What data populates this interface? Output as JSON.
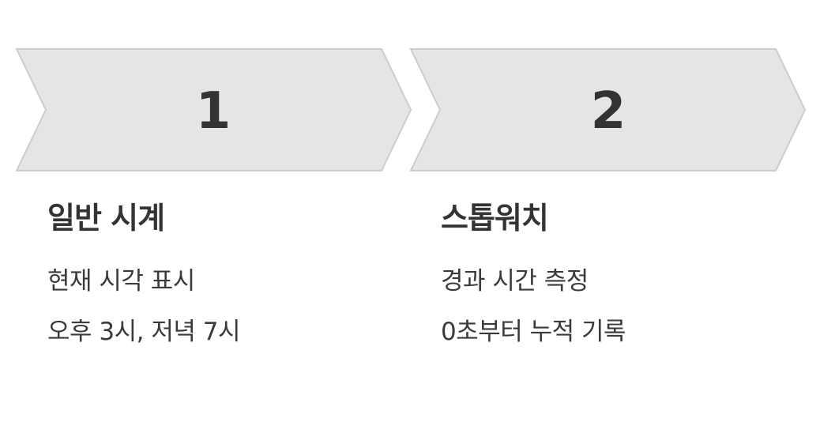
{
  "steps": [
    {
      "number": "1",
      "title": "일반 시계",
      "lines": [
        "현재 시각 표시",
        "오후 3시, 저녁 7시"
      ]
    },
    {
      "number": "2",
      "title": "스톱워치",
      "lines": [
        "경과 시간 측정",
        "0초부터 누적 기록"
      ]
    }
  ],
  "colors": {
    "chevron_fill": "#e5e5e5",
    "chevron_stroke": "#cccccc",
    "text": "#333333"
  }
}
